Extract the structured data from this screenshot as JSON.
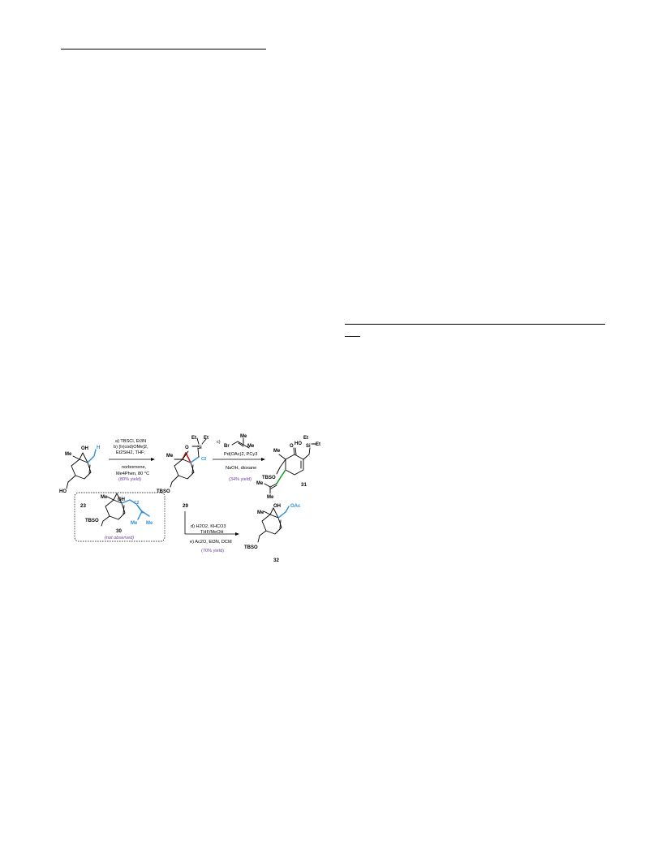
{
  "reagents": {
    "step1": [
      "a) TBSCl, Et3N",
      "b) [Ir(cod)OMe]2,",
      "Et2SiH2, THF;",
      "norbornene,",
      "Me4Phen, 80 °C"
    ],
    "step1_yield": "(80% yield)",
    "step2_label": "c)",
    "step2": [
      "Pd(OAc)2, PCy3",
      "NaOH, dioxane"
    ],
    "step2_yield": "(34% yield)",
    "step3": [
      "d) H2O2, KHCO3",
      "THF/MeOH",
      "e) Ac2O, Et3N, DCM"
    ],
    "step3_yield": "(70% yield)"
  },
  "compounds": {
    "c23": "23",
    "c29": "29",
    "c30": "30",
    "c30_note": "(not observed)",
    "c31": "31",
    "c32": "32"
  },
  "atoms": {
    "oh": "OH",
    "ho": "HO",
    "h": "H",
    "me": "Me",
    "tbso": "TBSO",
    "o": "O",
    "si": "Si",
    "et": "Et",
    "br": "Br",
    "c2": "C2",
    "oac": "OAc"
  },
  "colors": {
    "highlight_blue": "#2f8fd8",
    "highlight_red": "#d01818",
    "highlight_green": "#1a9a2a",
    "yield_purple": "#6b3fa0"
  }
}
